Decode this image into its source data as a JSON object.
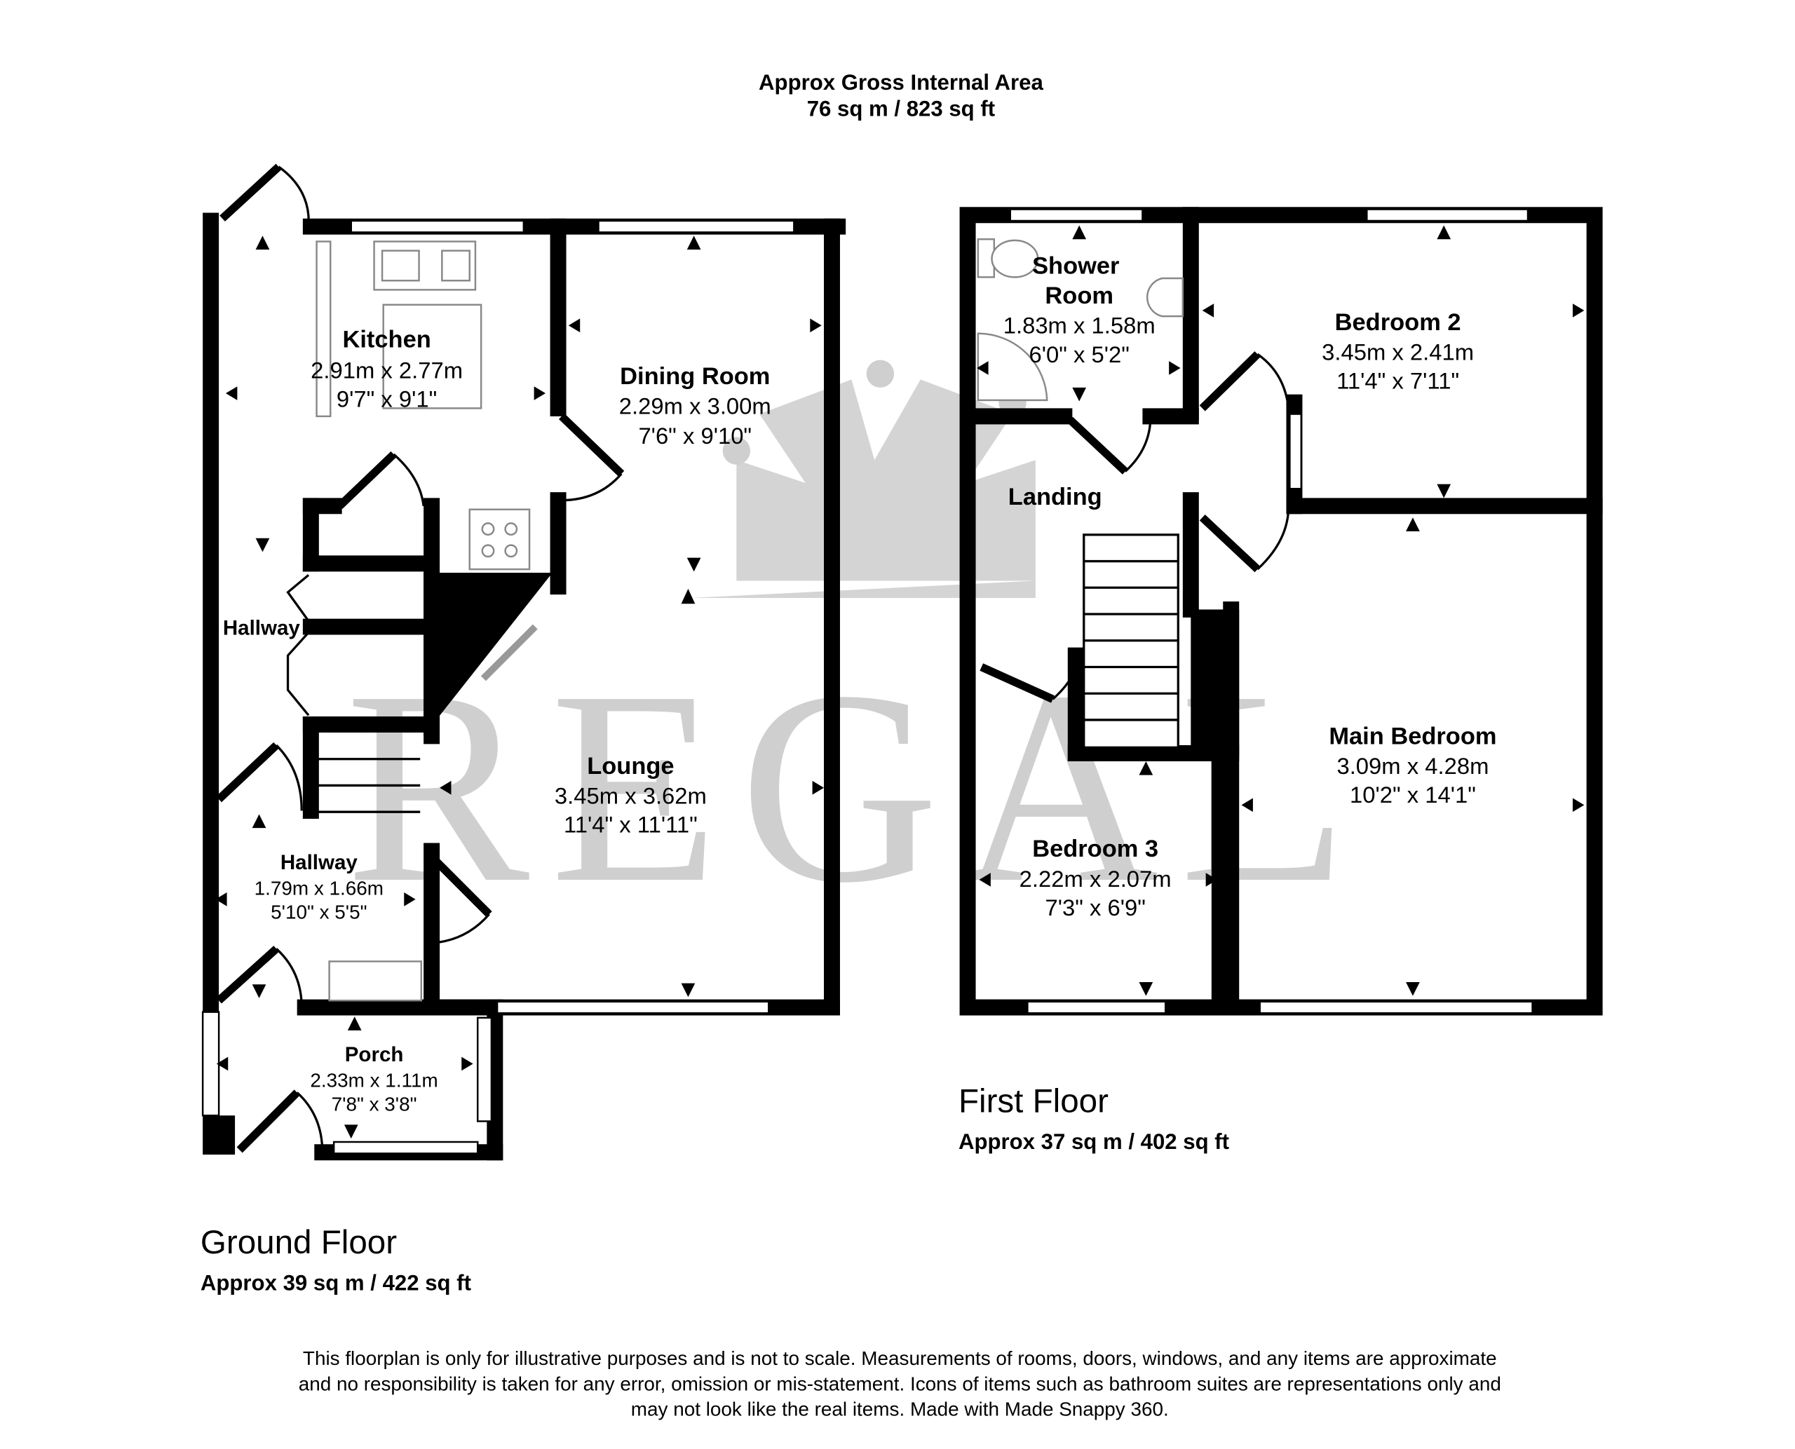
{
  "header": {
    "title": "Approx Gross Internal Area",
    "area": "76 sq m / 823 sq ft"
  },
  "watermark": {
    "brand": "REGAL",
    "icon": "crown-icon",
    "color": "#cfcfcf"
  },
  "ground_floor": {
    "label": "Ground Floor",
    "area": "Approx 39 sq m / 422 sq ft",
    "rooms": [
      {
        "name": "Kitchen",
        "metric": "2.91m x 2.77m",
        "imperial": "9'7\" x 9'1\""
      },
      {
        "name": "Dining Room",
        "metric": "2.29m x 3.00m",
        "imperial": "7'6\" x 9'10\""
      },
      {
        "name": "Hallway"
      },
      {
        "name": "Lounge",
        "metric": "3.45m x 3.62m",
        "imperial": "11'4\" x 11'11\""
      },
      {
        "name": "Hallway",
        "metric": "1.79m x 1.66m",
        "imperial": "5'10\" x 5'5\""
      },
      {
        "name": "Porch",
        "metric": "2.33m x 1.11m",
        "imperial": "7'8\" x 3'8\""
      }
    ]
  },
  "first_floor": {
    "label": "First Floor",
    "area": "Approx 37 sq m / 402 sq ft",
    "rooms": [
      {
        "name_line1": "Shower",
        "name_line2": "Room",
        "metric": "1.83m x 1.58m",
        "imperial": "6'0\" x 5'2\""
      },
      {
        "name": "Bedroom 2",
        "metric": "3.45m x 2.41m",
        "imperial": "11'4\" x 7'11\""
      },
      {
        "name": "Landing"
      },
      {
        "name": "Main Bedroom",
        "metric": "3.09m x 4.28m",
        "imperial": "10'2\" x 14'1\""
      },
      {
        "name": "Bedroom 3",
        "metric": "2.22m x 2.07m",
        "imperial": "7'3\" x 6'9\""
      }
    ]
  },
  "disclaimer": {
    "line1": "This floorplan is only for illustrative purposes and is not to scale. Measurements of rooms, doors, windows, and any items are approximate",
    "line2": "and no responsibility is taken for any error, omission or mis-statement. Icons of items such as bathroom suites are representations only and",
    "line3": "may not look like the real items. Made with Made Snappy 360."
  }
}
